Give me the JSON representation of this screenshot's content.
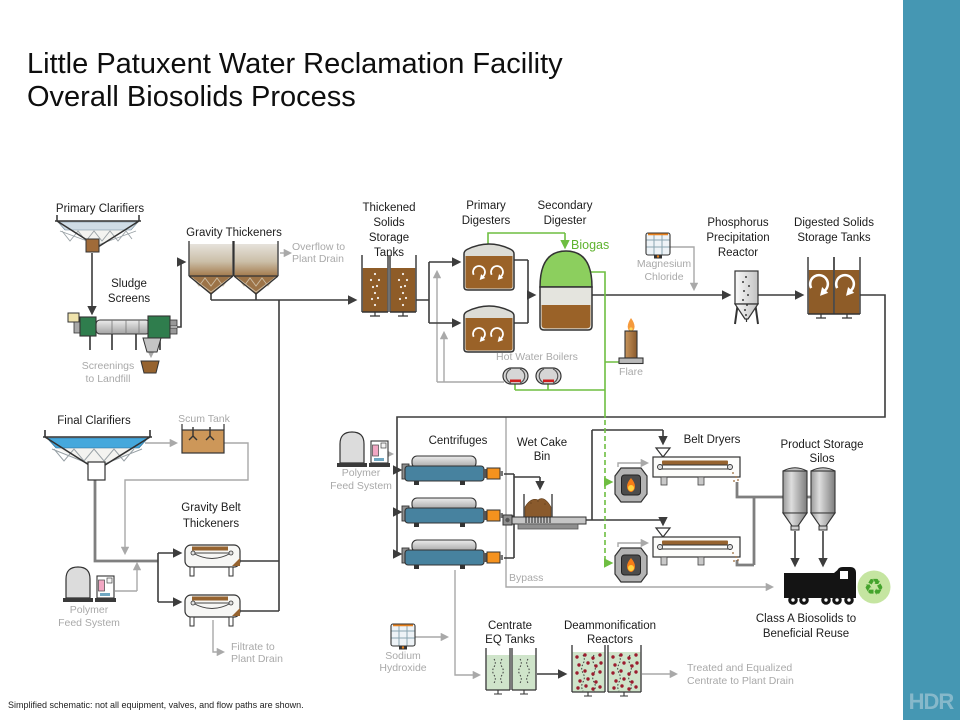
{
  "title": {
    "line1": "Little Patuxent Water Reclamation Facility",
    "line2": "Overall Biosolids Process"
  },
  "footer": "Simplified schematic: not all equipment, valves, and flow paths are shown.",
  "logo": "HDR",
  "icons": {
    "recycle": "♻"
  },
  "colors": {
    "accent_bar": "#4597b3",
    "biogas_green": "#6ebe41",
    "solids_brown": "#9a6228",
    "digester_dome_green": "#8ccf5e",
    "dark_line": "#3c3c3c",
    "gray_line": "#a9a9a9",
    "centrifuge_blue": "#47829f",
    "motor_orange": "#f5921e",
    "clarifier_blue": "#45a8dc",
    "logo_blue": "#86b8ca"
  },
  "labels": {
    "primary_clarifiers": "Primary Clarifiers",
    "gravity_thickeners": "Gravity Thickeners",
    "sludge_screens": [
      "Sludge",
      "Screens"
    ],
    "screenings": [
      "Screenings",
      "to Landfill"
    ],
    "overflow": [
      "Overflow to",
      "Plant Drain"
    ],
    "thickened_tanks": [
      "Thickened",
      "Solids",
      "Storage",
      "Tanks"
    ],
    "primary_digesters": [
      "Primary",
      "Digesters"
    ],
    "secondary_digester": [
      "Secondary",
      "Digester"
    ],
    "biogas": "Biogas",
    "hot_water_boilers": "Hot Water Boilers",
    "flare": "Flare",
    "magnesium_chloride": [
      "Magnesium",
      "Chloride"
    ],
    "phosphorus_reactor": [
      "Phosphorus",
      "Precipitation",
      "Reactor"
    ],
    "digested_tanks": [
      "Digested Solids",
      "Storage Tanks"
    ],
    "final_clarifiers": "Final Clarifiers",
    "scum_tank": "Scum Tank",
    "gravity_belt_thickeners": [
      "Gravity Belt",
      "Thickeners"
    ],
    "polymer_feed_left": [
      "Polymer",
      "Feed System"
    ],
    "polymer_feed_mid": [
      "Polymer",
      "Feed System"
    ],
    "centrifuges": "Centrifuges",
    "wet_cake_bin": [
      "Wet Cake",
      "Bin"
    ],
    "belt_dryers": "Belt Dryers",
    "product_silos": [
      "Product Storage",
      "Silos"
    ],
    "bypass": "Bypass",
    "class_a": [
      "Class A Biosolids to",
      "Beneficial Reuse"
    ],
    "centrate_eq": [
      "Centrate",
      "EQ Tanks"
    ],
    "deammonification": [
      "Deammonification",
      "Reactors"
    ],
    "sodium_hydroxide": [
      "Sodium",
      "Hydroxide"
    ],
    "treated_centrate": [
      "Treated and Equalized",
      "Centrate to Plant Drain"
    ],
    "filtrate": [
      "Filtrate to",
      "Plant Drain"
    ]
  }
}
